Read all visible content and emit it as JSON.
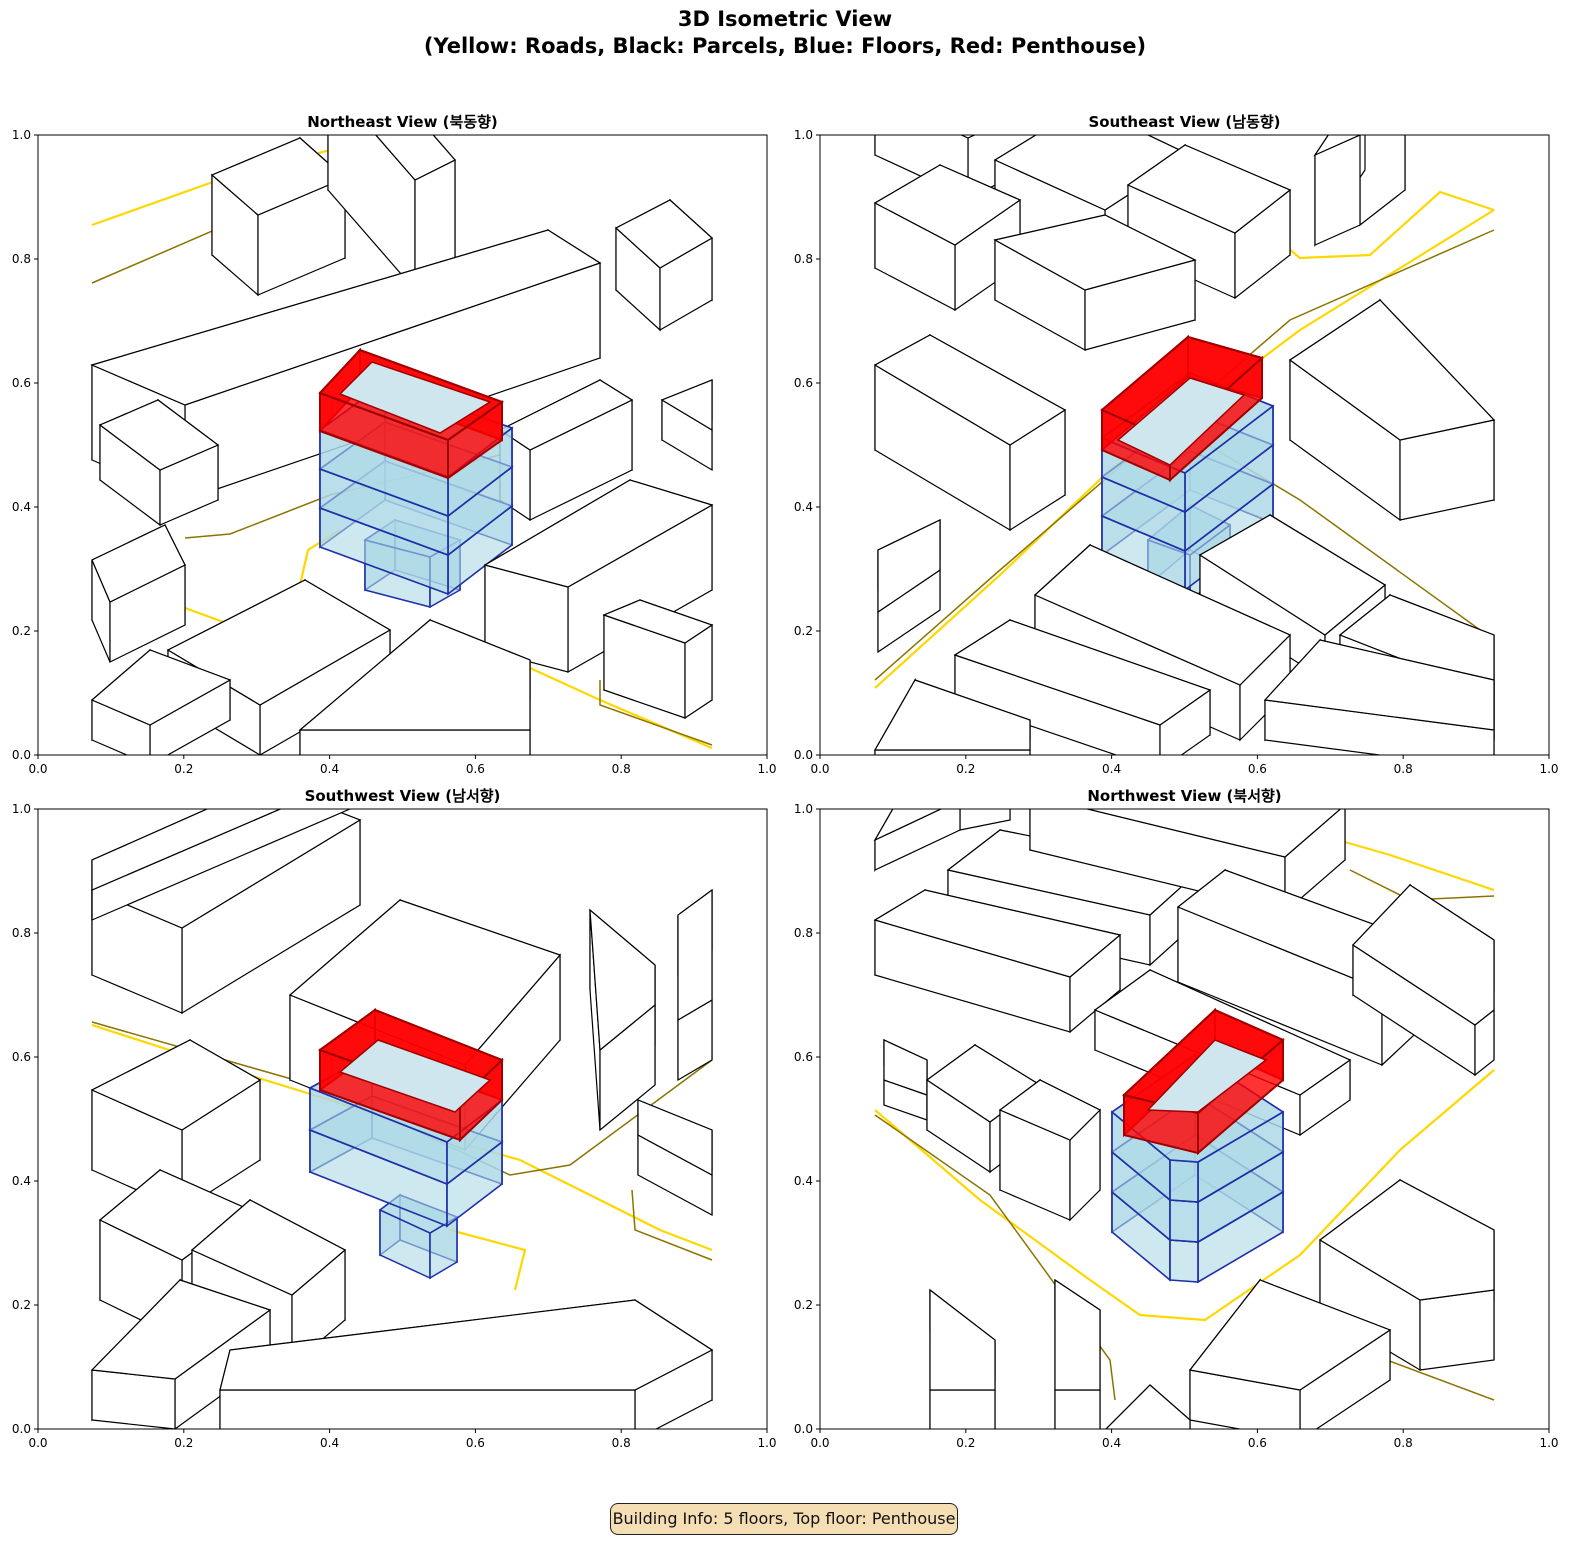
{
  "title": {
    "line1": "3D Isometric View",
    "line2": "(Yellow: Roads, Black: Parcels, Blue: Floors, Red: Penthouse)"
  },
  "panels": [
    {
      "title": "Northeast View (북동향)"
    },
    {
      "title": "Southeast View (남동향)"
    },
    {
      "title": "Southwest View (남서향)"
    },
    {
      "title": "Northwest View (북서향)"
    }
  ],
  "axes": {
    "x_ticks": [
      "0.0",
      "0.2",
      "0.4",
      "0.6",
      "0.8",
      "1.0"
    ],
    "y_ticks": [
      "0.0",
      "0.2",
      "0.4",
      "0.6",
      "0.8",
      "1.0"
    ]
  },
  "footer": "Building Info: 5 floors, Top floor: Penthouse",
  "colors": {
    "road": "#ffd700",
    "parcel": "#000000",
    "floor_fill": "#add8e6",
    "floor_edge": "#1f2fa8",
    "penthouse": "#ff0000"
  }
}
